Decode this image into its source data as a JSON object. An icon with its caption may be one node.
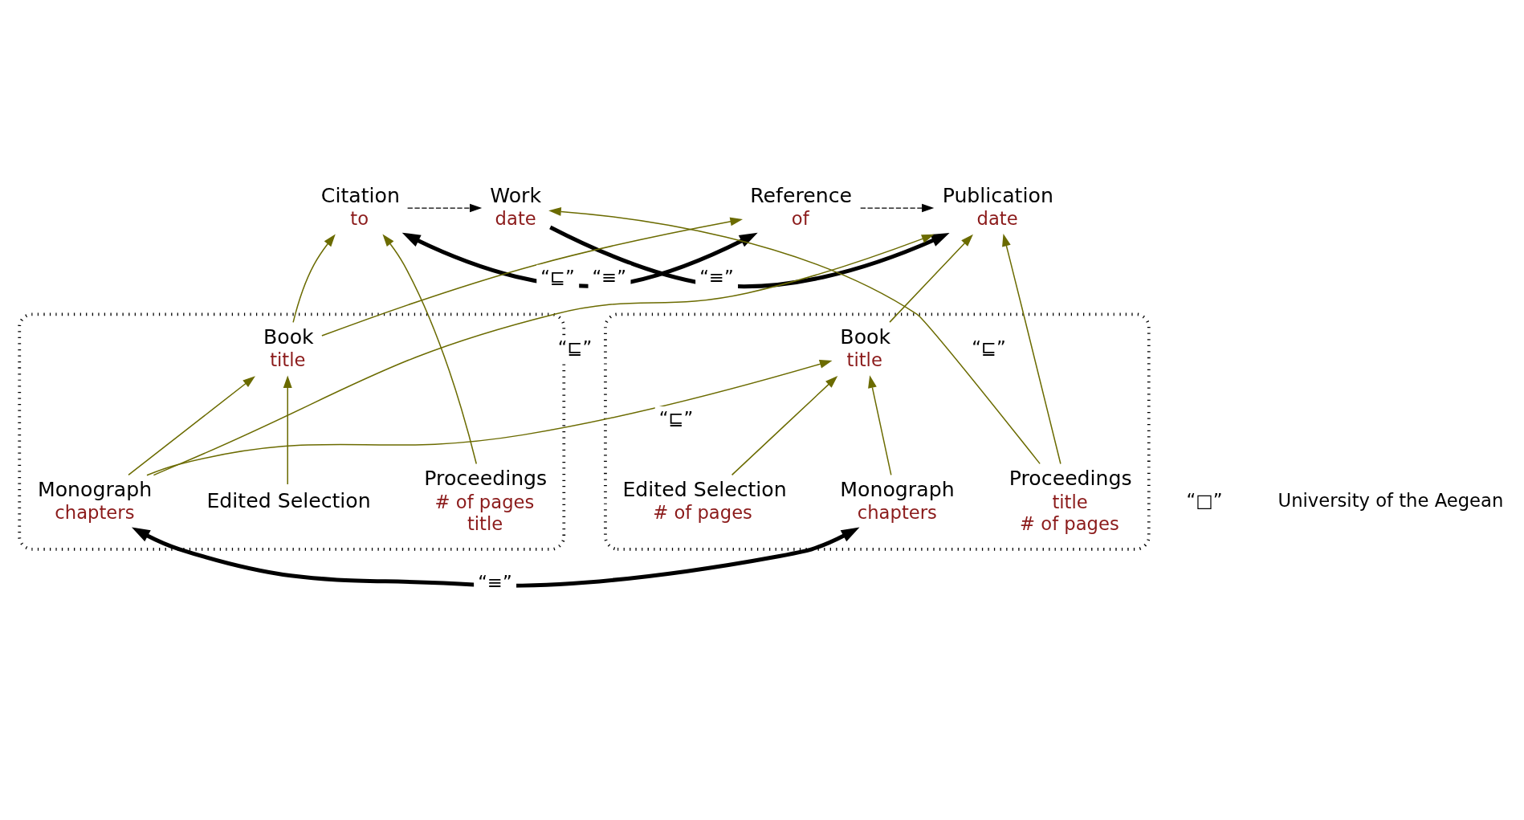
{
  "diagram": {
    "nodes": [
      {
        "text": [
          "Citation"
        ],
        "beside": [
          "to"
        ]
      },
      {
        "text": [
          "Work"
        ],
        "beside": [
          "date"
        ]
      },
      {
        "text": [
          "Publication"
        ],
        "beside": [
          "date"
        ]
      },
      {
        "text": [
          "Reference"
        ],
        "beside": [
          "of"
        ]
      },
      {
        "text": [],
        "shape": "ellipse"
      },
      {
        "text": [
          "Proceedings"
        ],
        "in": 4,
        "beside": [
          "# of pages",
          "title"
        ]
      },
      {
        "text": [
          "Book"
        ],
        "in": 4,
        "beside": [
          "title"
        ]
      },
      {
        "text": [
          "Edited Selection"
        ],
        "in": 4
      },
      {
        "text": [
          "Monograph"
        ],
        "in": 4,
        "beside": [
          "chapters"
        ]
      },
      {
        "text": [],
        "shape": "ellipse"
      },
      {
        "text": [
          "Proceedings"
        ],
        "in": 9,
        "beside": [
          "title",
          "# of pages"
        ]
      },
      {
        "text": [
          "Book"
        ],
        "in": 9,
        "beside": [
          "title"
        ]
      },
      {
        "text": [
          "Monograph"
        ],
        "in": 9,
        "beside": [
          "chapters"
        ]
      },
      {
        "text": [
          "Edited Selection"
        ],
        "in": 9,
        "beside": [
          "# of pages"
        ]
      }
    ],
    "edges": [
      {
        "from": 3,
        "to": 0,
        "arrow": "both",
        "label": "“≡”",
        "style": "thick",
        "color": "#000000"
      },
      {
        "from": 1,
        "to": 2,
        "arrow": "to",
        "label": "“≡”",
        "style": "thick",
        "color": "#000000"
      },
      {
        "from": 0,
        "to": 1,
        "arrow": "to",
        "style": "dashed",
        "color": "#000000"
      },
      {
        "from": 3,
        "to": 2,
        "arrow": "to",
        "style": "dashed",
        "color": "#000000"
      },
      {
        "from": 5,
        "to": 0,
        "arrow": "to"
      },
      {
        "from": 6,
        "to": 0,
        "arrow": "to"
      },
      {
        "from": 10,
        "to": 1,
        "arrow": "to",
        "label": "“⊑”"
      },
      {
        "from": 8,
        "to": 2,
        "arrow": "to",
        "label": "“⊑”"
      },
      {
        "from": 6,
        "to": 3,
        "arrow": "to",
        "label": "“⊑”"
      },
      {
        "from": 10,
        "to": 2,
        "arrow": "to"
      },
      {
        "from": 11,
        "to": 2,
        "arrow": "to"
      },
      {
        "from": 7,
        "to": 6,
        "arrow": "to"
      },
      {
        "from": 8,
        "to": 6,
        "arrow": "to"
      },
      {
        "from": 8,
        "to": 11,
        "arrow": "to",
        "label": "“⊑”"
      },
      {
        "from": 12,
        "to": 11,
        "arrow": "to"
      },
      {
        "from": 13,
        "to": 11,
        "arrow": "to"
      },
      {
        "from": 8,
        "to": 12,
        "arrow": "both",
        "label": "“≡”",
        "style": "thick",
        "color": "#000000"
      }
    ],
    "labels": [
      "“□”",
      "University of the Aegean"
    ]
  }
}
